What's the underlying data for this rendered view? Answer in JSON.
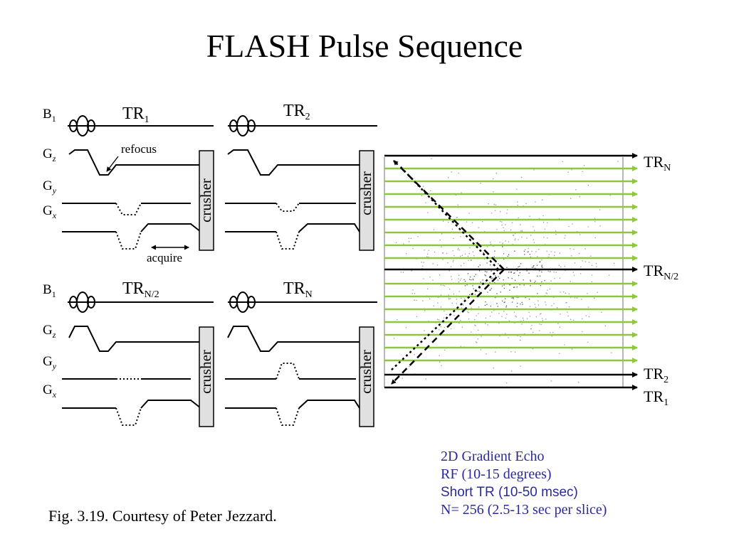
{
  "title": "FLASH Pulse Sequence",
  "labels": {
    "b": "B",
    "b_sub": "1",
    "gz": "G",
    "gz_sub": "z",
    "gy": "G",
    "gy_sub": "y",
    "gx": "G",
    "gx_sub": "x",
    "tr": "TR",
    "tr1_sub": "1",
    "tr2_sub": "2",
    "trn2_sub": "N/2",
    "trn_sub": "N",
    "refocus": "refocus",
    "acquire": "acquire",
    "crusher": "crusher"
  },
  "kspace": {
    "tr_n": "TR",
    "tr_n_sub": "N",
    "tr_n2": "TR",
    "tr_n2_sub": "N/2",
    "tr_2": "TR",
    "tr_2_sub": "2",
    "tr_1": "TR",
    "tr_1_sub": "1"
  },
  "info": {
    "line1": "2D Gradient Echo",
    "line2": "RF (10-15 degrees)",
    "line3": "Short TR (10-50 msec)",
    "line4": "N= 256 (2.5-13 sec per slice)"
  },
  "caption": "Fig. 3.19.  Courtesy of Peter Jezzard.",
  "colors": {
    "green": "#8dc63f",
    "info": "#2a2a9a",
    "crusher_fill": "#e0e0e0"
  }
}
